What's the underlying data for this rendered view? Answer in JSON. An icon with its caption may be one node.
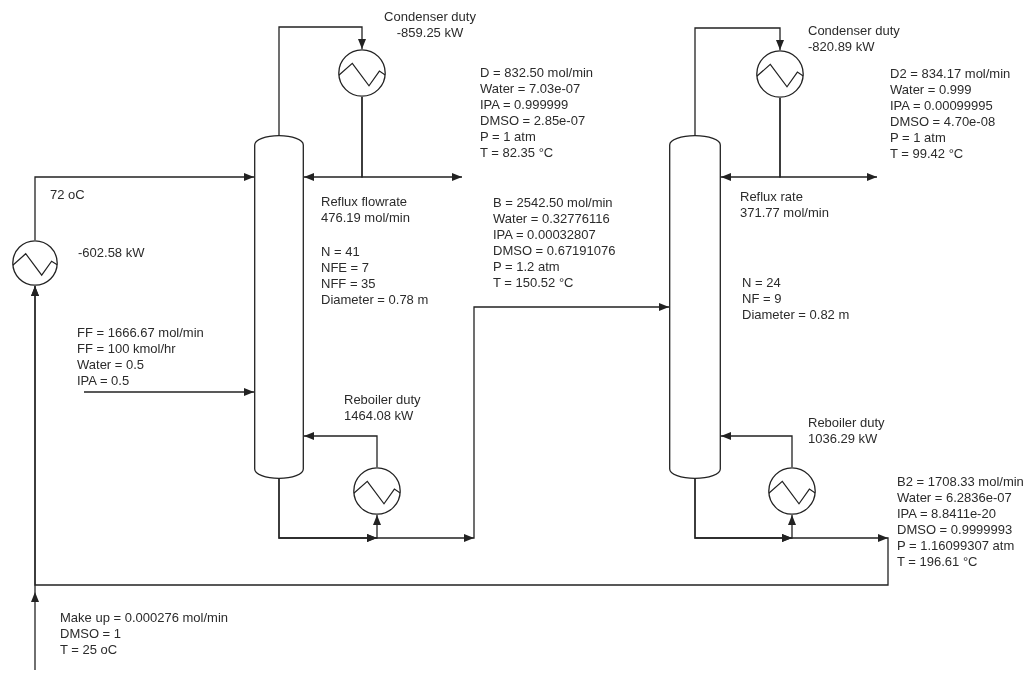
{
  "diagram": {
    "nodes": [
      {
        "text": [],
        "shape": "circle",
        "beside": [
          "-602.58 kW"
        ]
      },
      {
        "text": [],
        "shape": "cylinder",
        "beside": [
          "N = 41",
          "NFE = 7",
          "NFF = 35",
          "Diameter = 0.78 m"
        ]
      },
      {
        "text": [],
        "shape": "circle",
        "beside": [
          "Condenser duty -859.25 kW"
        ]
      },
      {
        "text": [],
        "shape": "circle",
        "beside": [
          "Reboiler duty 1464.08 kW"
        ]
      },
      {
        "text": [],
        "shape": "cylinder",
        "beside": [
          "N = 24",
          "NF = 9",
          "Diameter = 0.82 m"
        ]
      },
      {
        "text": [],
        "shape": "circle",
        "beside": [
          "Condenser duty -820.89 kW"
        ]
      },
      {
        "text": [],
        "shape": "circle",
        "beside": [
          "Reboiler duty 1036.29 kW"
        ]
      },
      {
        "text": [
          "FF = 1666.67 mol/min",
          "FF = 100 kmol/hr",
          "Water = 0.5",
          "IPA = 0.5"
        ]
      }
    ],
    "edges": [
      {
        "from": 0,
        "to": 1,
        "arrow": "to",
        "label": "72 oC"
      },
      {
        "from": 7,
        "to": 1,
        "arrow": "to"
      },
      {
        "from": 1,
        "to": 2,
        "arrow": "to"
      },
      {
        "from": 2,
        "to": 1,
        "arrow": "to",
        "label": "Reflux flowrate 476.19 mol/min"
      },
      {
        "from": 2,
        "to": null,
        "arrow": "to"
      },
      {
        "from": 1,
        "to": 3,
        "arrow": "to"
      },
      {
        "from": 3,
        "to": 1,
        "arrow": "to"
      },
      {
        "from": 1,
        "to": 4,
        "arrow": "to"
      },
      {
        "from": 4,
        "to": 5,
        "arrow": "to"
      },
      {
        "from": 5,
        "to": 4,
        "arrow": "to",
        "label": "Reflux rate 371.77 mol/min"
      },
      {
        "from": 5,
        "to": null,
        "arrow": "to"
      },
      {
        "from": 4,
        "to": 6,
        "arrow": "to"
      },
      {
        "from": 6,
        "to": 4,
        "arrow": "to"
      },
      {
        "from": 4,
        "to": 0,
        "arrow": "to"
      },
      {
        "from": null,
        "to": 0,
        "arrow": "to"
      }
    ],
    "labels": [
      "D = 832.50 mol/min",
      "Water = 7.03e-07",
      "IPA = 0.999999",
      "DMSO = 2.85e-07",
      "P = 1 atm",
      "T = 82.35 °C",
      "D2 = 834.17 mol/min",
      "Water = 0.999",
      "IPA = 0.00099995",
      "DMSO = 4.70e-08",
      "P = 1 atm",
      "T = 99.42 °C",
      "B = 2542.50 mol/min",
      "Water = 0.32776116",
      "IPA = 0.00032807",
      "DMSO = 0.67191076",
      "P = 1.2 atm",
      "T = 150.52 °C",
      "B2 = 1708.33 mol/min",
      "Water = 6.2836e-07",
      "IPA = 8.8411e-20",
      "DMSO = 0.9999993",
      "P = 1.16099307 atm",
      "T = 196.61 °C",
      "Make up = 0.000276 mol/min",
      "DMSO = 1",
      "T = 25 oC"
    ]
  }
}
